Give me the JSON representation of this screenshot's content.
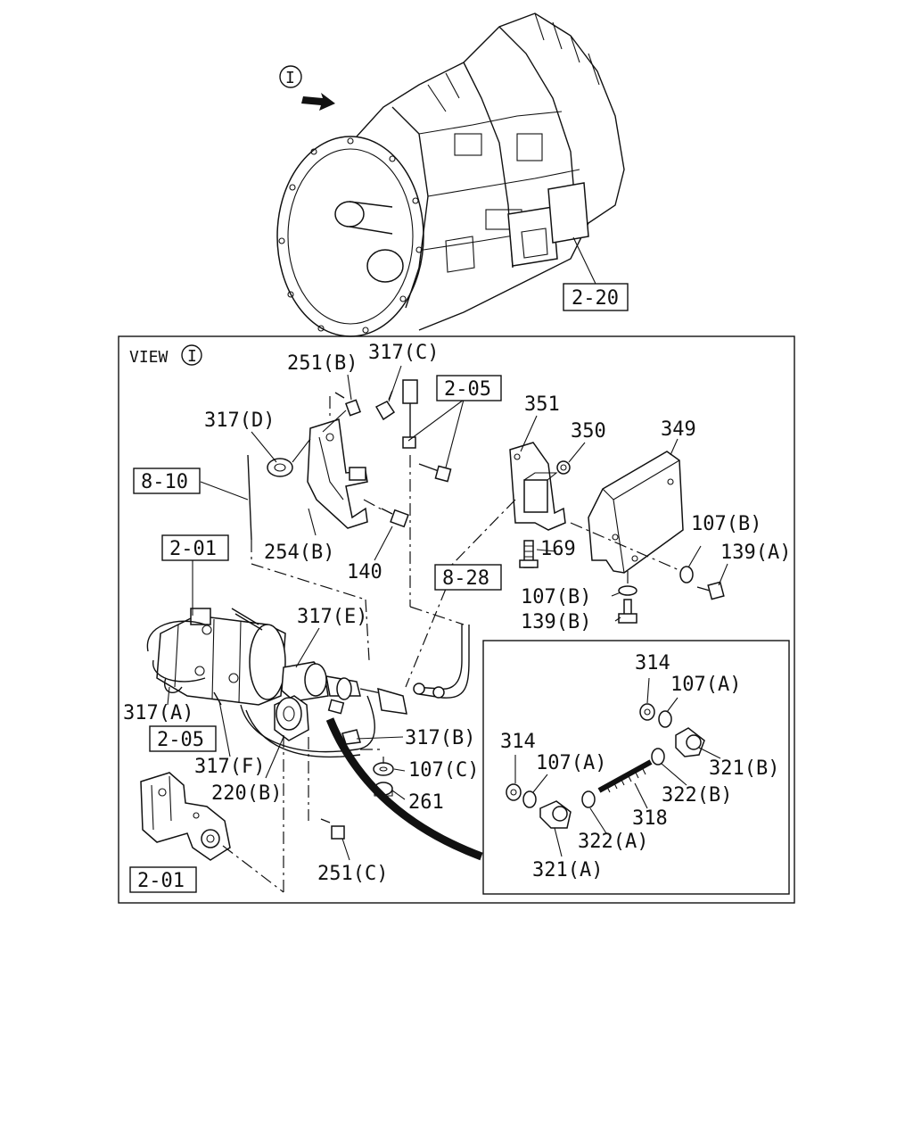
{
  "view_marker": {
    "symbol": "I",
    "view_label": "VIEW"
  },
  "references": {
    "r_2_20": "2-20",
    "r_2_05_top": "2-05",
    "r_8_10": "8-10",
    "r_2_01_top": "2-01",
    "r_8_28": "8-28",
    "r_2_05_bottom": "2-05",
    "r_2_01_bottom": "2-01"
  },
  "callouts": {
    "c_251b": "251(B)",
    "c_317c": "317(C)",
    "c_317d": "317(D)",
    "c_254b": "254(B)",
    "c_140": "140",
    "c_351": "351",
    "c_350": "350",
    "c_349": "349",
    "c_107b_right": "107(B)",
    "c_139a": "139(A)",
    "c_169": "169",
    "c_107b_mid": "107(B)",
    "c_139b": "139(B)",
    "c_317e": "317(E)",
    "c_317a": "317(A)",
    "c_317f": "317(F)",
    "c_220b": "220(B)",
    "c_317b": "317(B)",
    "c_107c": "107(C)",
    "c_261": "261",
    "c_251c": "251(C)",
    "c_314_top": "314",
    "c_107a_top": "107(A)",
    "c_321b": "321(B)",
    "c_322b": "322(B)",
    "c_318": "318",
    "c_314_left": "314",
    "c_107a_left": "107(A)",
    "c_322a": "322(A)",
    "c_321a": "321(A)"
  }
}
